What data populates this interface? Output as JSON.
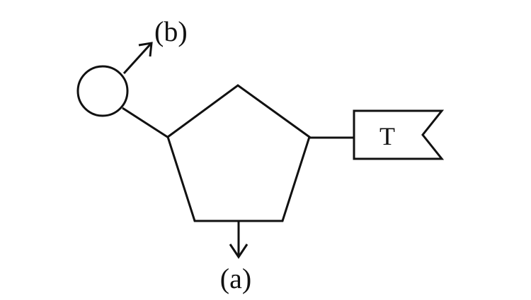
{
  "diagram": {
    "label_b": "(b)",
    "label_a": "(a)",
    "base_label": "T"
  },
  "colors": {
    "stroke": "#111111",
    "background": "#ffffff"
  },
  "icons": {
    "phosphate": "circle",
    "sugar": "pentagon",
    "base": "flag-notch",
    "arrows": "arrow"
  }
}
